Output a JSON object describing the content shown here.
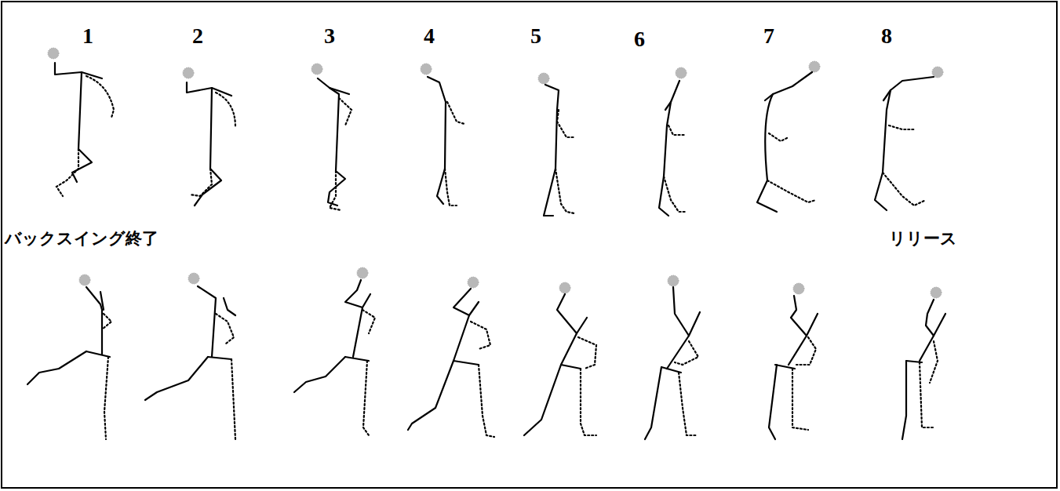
{
  "diagram": {
    "labels": [
      "1",
      "2",
      "3",
      "4",
      "5",
      "6",
      "7",
      "8",
      "バックスイング終了",
      "リリース"
    ]
  }
}
